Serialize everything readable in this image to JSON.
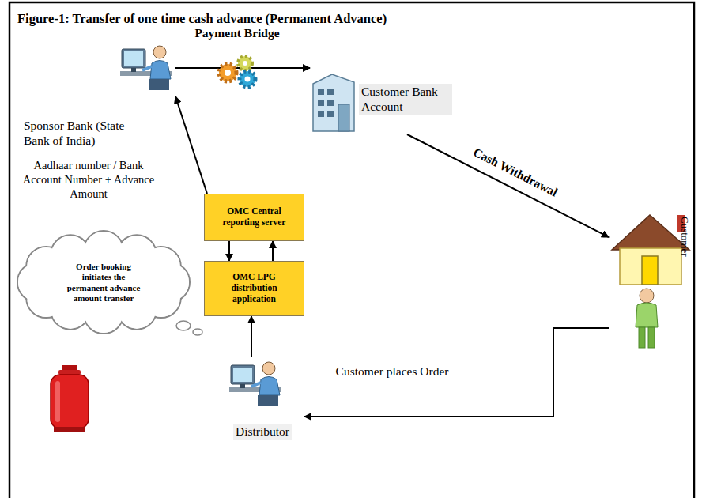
{
  "diagram": {
    "title": "Figure-1: Transfer of one time cash advance (Permanent Advance)",
    "nodes": [
      {
        "text": [
          "Sponsor Bank (State Bank of India)"
        ]
      },
      {
        "text": [
          "Customer Bank Account"
        ]
      },
      {
        "text": [
          "Customer"
        ]
      },
      {
        "text": [
          "Distributor"
        ]
      },
      {
        "text": [
          "OMC Central reporting server"
        ]
      },
      {
        "text": [
          "OMC LPG distribution application"
        ]
      },
      {
        "text": [
          "Order booking initiates the permanent advance amount transfer"
        ]
      }
    ],
    "edges": [
      {
        "from": 0,
        "to": 1,
        "label": "Payment Bridge",
        "arrow": "to"
      },
      {
        "from": 1,
        "to": 2,
        "label": "Cash Withdrawal",
        "arrow": "to"
      },
      {
        "from": 2,
        "to": 3,
        "label": "Customer places Order",
        "arrow": "to"
      },
      {
        "from": 3,
        "to": 5,
        "arrow": "to"
      },
      {
        "from": 5,
        "to": 4,
        "arrow": "to"
      },
      {
        "from": 4,
        "to": 5,
        "arrow": "to"
      },
      {
        "from": 4,
        "to": 0,
        "arrow": "to"
      }
    ],
    "labels": [
      "Aadhaar number / Bank Account Number + Advance Amount"
    ]
  }
}
